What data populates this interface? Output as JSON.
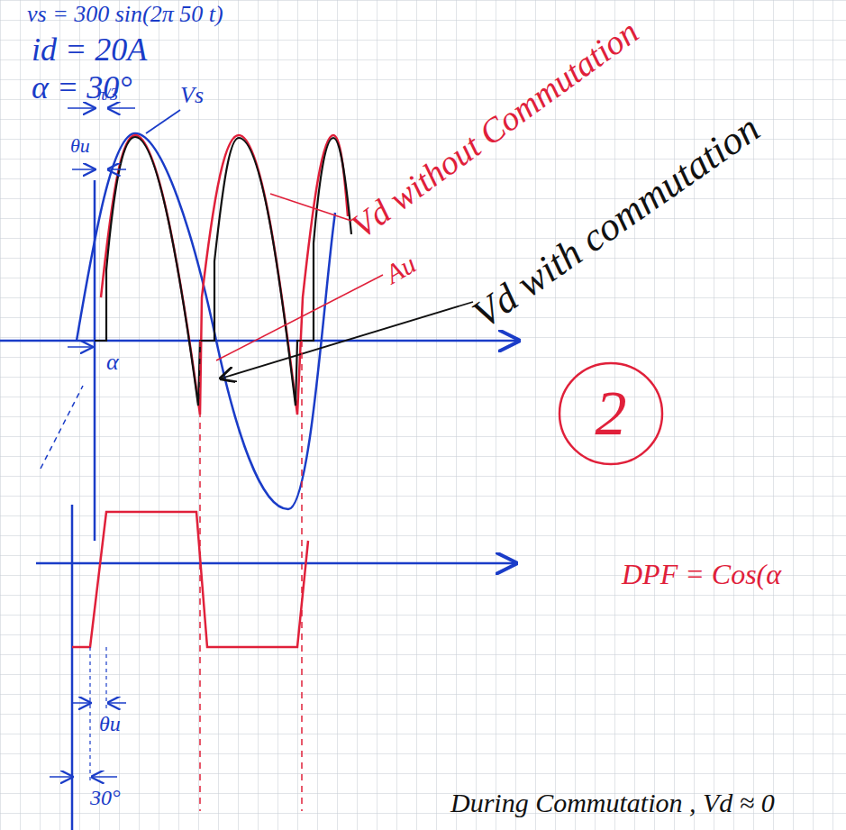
{
  "diagram": {
    "nodes": [
      {
        "text": [
          "2"
        ]
      }
    ],
    "labels": [
      "vs = 300 sin(2π 50 t)",
      "id = 20A",
      "α = 30°",
      "π/3",
      "θu",
      "Vs",
      "Vd without Commutation",
      "Au",
      "Vd with commutation",
      "α",
      "DPF = Cos(α",
      "θu",
      "30°",
      "During Commutation , Vd ≈ 0"
    ]
  }
}
